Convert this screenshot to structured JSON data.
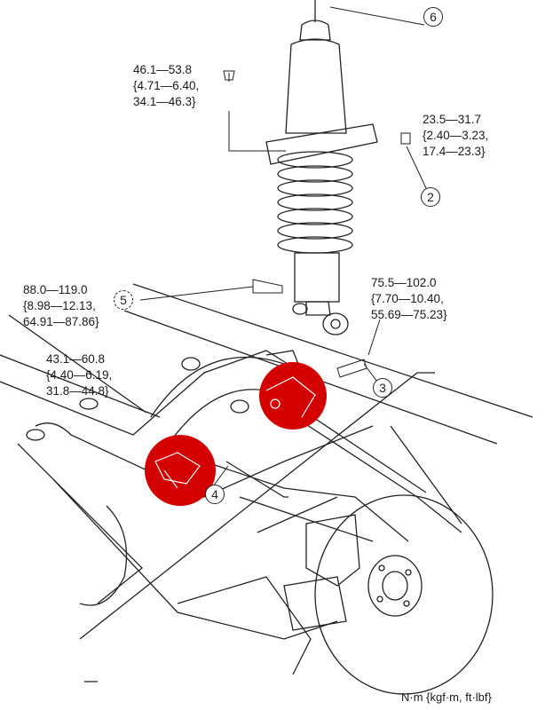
{
  "torque_specs": [
    {
      "id": "nut-top",
      "lines": [
        "46.1—53.8",
        "{4.71—6.40,",
        "34.1—46.3}"
      ]
    },
    {
      "id": "bolt-2",
      "lines": [
        "23.5—31.7",
        "{2.40—3.23,",
        "17.4—23.3}"
      ]
    },
    {
      "id": "bolt-5",
      "lines": [
        "88.0—119.0",
        "{8.98—12.13,",
        "64.91—87.86}"
      ]
    },
    {
      "id": "bolt-3",
      "lines": [
        "75.5—102.0",
        "{7.70—10.40,",
        "55.69—75.23}"
      ]
    },
    {
      "id": "nut-4",
      "lines": [
        "43.1—60.8",
        "{4.40—6.19,",
        "31.8—44.8}"
      ]
    }
  ],
  "callouts": {
    "c6": "6",
    "c2": "2",
    "c5": "5",
    "c3": "3",
    "c4": "4"
  },
  "units": "N·m {kgf·m, ft·lbf}",
  "colors": {
    "highlight": "#d40000",
    "line": "#222222"
  }
}
